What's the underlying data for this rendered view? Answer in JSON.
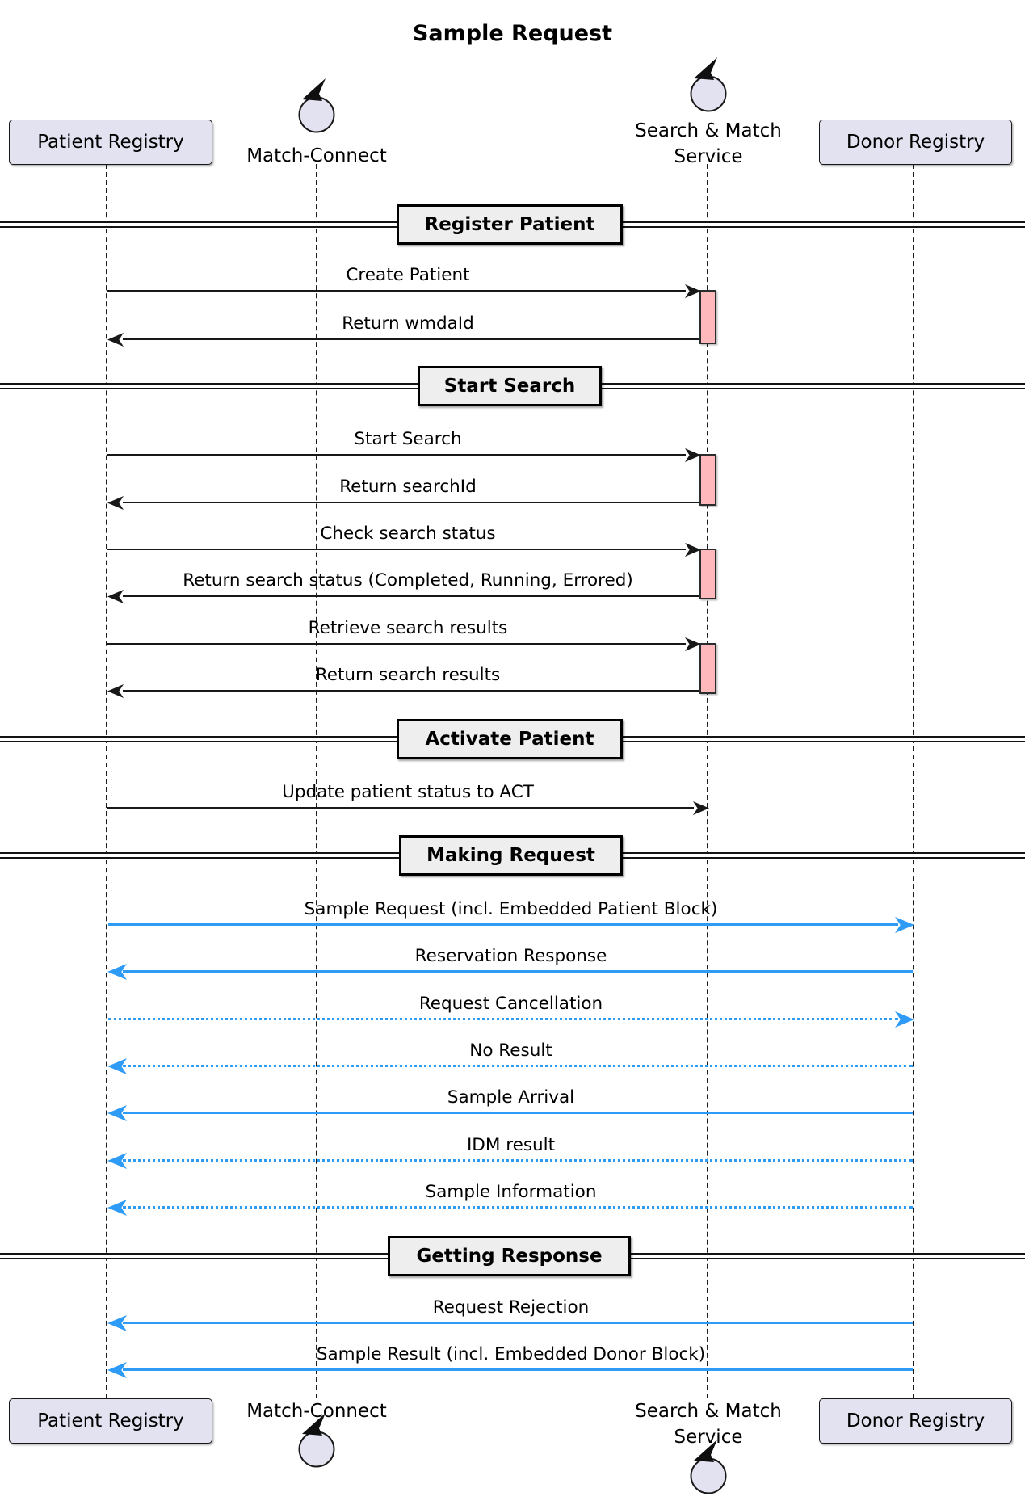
{
  "title": "Sample Request",
  "colors": {
    "participant_fill": "#E2E2F0",
    "participant_border": "#181818",
    "divider_fill": "#EEEEEE",
    "activation_fill": "#FFB9BD",
    "black_arrow": "#181818",
    "blue_arrow": "#2E9BF7",
    "background": "#FFFFFF"
  },
  "icons": {
    "control": "control-loop-arrow-icon"
  },
  "participants": [
    {
      "id": "patient-registry",
      "type": "participant",
      "label": "Patient Registry"
    },
    {
      "id": "match-connect",
      "type": "control",
      "label": "Match-Connect"
    },
    {
      "id": "search-match-service",
      "type": "control",
      "label": "Search & Match Service",
      "label_line1": "Search & Match",
      "label_line2": "Service"
    },
    {
      "id": "donor-registry",
      "type": "participant",
      "label": "Donor Registry"
    }
  ],
  "dividers": [
    {
      "label": "Register Patient"
    },
    {
      "label": "Start Search"
    },
    {
      "label": "Activate Patient"
    },
    {
      "label": "Making Request"
    },
    {
      "label": "Getting Response"
    }
  ],
  "messages": [
    {
      "label": "Create Patient",
      "from": "patient-registry",
      "to": "search-match-service",
      "color": "black",
      "line": "solid",
      "direction": "right"
    },
    {
      "label": "Return wmdaId",
      "from": "search-match-service",
      "to": "patient-registry",
      "color": "black",
      "line": "solid",
      "direction": "left"
    },
    {
      "label": "Start Search",
      "from": "patient-registry",
      "to": "search-match-service",
      "color": "black",
      "line": "solid",
      "direction": "right"
    },
    {
      "label": "Return searchId",
      "from": "search-match-service",
      "to": "patient-registry",
      "color": "black",
      "line": "solid",
      "direction": "left"
    },
    {
      "label": "Check search status",
      "from": "patient-registry",
      "to": "search-match-service",
      "color": "black",
      "line": "solid",
      "direction": "right"
    },
    {
      "label": "Return search status (Completed, Running, Errored)",
      "from": "search-match-service",
      "to": "patient-registry",
      "color": "black",
      "line": "solid",
      "direction": "left"
    },
    {
      "label": "Retrieve search results",
      "from": "patient-registry",
      "to": "search-match-service",
      "color": "black",
      "line": "solid",
      "direction": "right"
    },
    {
      "label": "Return search results",
      "from": "search-match-service",
      "to": "patient-registry",
      "color": "black",
      "line": "solid",
      "direction": "left"
    },
    {
      "label": "Update patient status to ACT",
      "from": "patient-registry",
      "to": "search-match-service",
      "color": "black",
      "line": "solid",
      "direction": "right"
    },
    {
      "label": "Sample Request (incl. Embedded Patient Block)",
      "from": "patient-registry",
      "to": "donor-registry",
      "color": "blue",
      "line": "solid",
      "direction": "right"
    },
    {
      "label": "Reservation Response",
      "from": "donor-registry",
      "to": "patient-registry",
      "color": "blue",
      "line": "solid",
      "direction": "left"
    },
    {
      "label": "Request Cancellation",
      "from": "patient-registry",
      "to": "donor-registry",
      "color": "blue",
      "line": "dotted",
      "direction": "right"
    },
    {
      "label": "No Result",
      "from": "donor-registry",
      "to": "patient-registry",
      "color": "blue",
      "line": "dotted",
      "direction": "left"
    },
    {
      "label": "Sample Arrival",
      "from": "donor-registry",
      "to": "patient-registry",
      "color": "blue",
      "line": "solid",
      "direction": "left"
    },
    {
      "label": "IDM result",
      "from": "donor-registry",
      "to": "patient-registry",
      "color": "blue",
      "line": "dotted",
      "direction": "left"
    },
    {
      "label": "Sample Information",
      "from": "donor-registry",
      "to": "patient-registry",
      "color": "blue",
      "line": "dotted",
      "direction": "left"
    },
    {
      "label": "Request Rejection",
      "from": "donor-registry",
      "to": "patient-registry",
      "color": "blue",
      "line": "solid",
      "direction": "left"
    },
    {
      "label": "Sample Result (incl. Embedded Donor Block)",
      "from": "donor-registry",
      "to": "patient-registry",
      "color": "blue",
      "line": "solid",
      "direction": "left"
    }
  ]
}
